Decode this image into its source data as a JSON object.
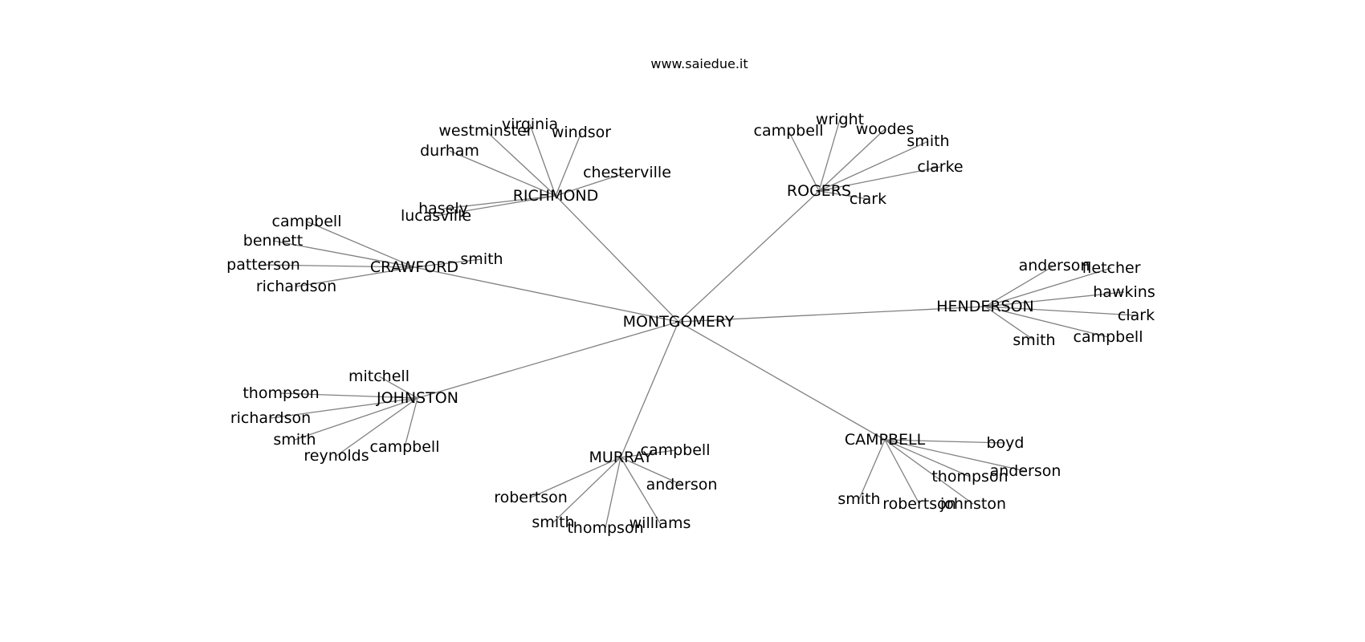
{
  "header": {
    "title": "www.saiedue.it"
  },
  "graph": {
    "root": "MONTGOMERY",
    "edge_color": "#808080",
    "hubs": [
      {
        "label": "RICHMOND",
        "children": [
          "westminster",
          "virginia",
          "windsor",
          "durham",
          "chesterville",
          "hasely",
          "lucasville"
        ]
      },
      {
        "label": "ROGERS",
        "children": [
          "campbell",
          "wright",
          "woodes",
          "smith",
          "clarke",
          "clark"
        ]
      },
      {
        "label": "CRAWFORD",
        "children": [
          "campbell",
          "bennett",
          "patterson",
          "richardson",
          "smith"
        ]
      },
      {
        "label": "HENDERSON",
        "children": [
          "anderson",
          "fletcher",
          "hawkins",
          "clark",
          "campbell",
          "smith"
        ]
      },
      {
        "label": "JOHNSTON",
        "children": [
          "mitchell",
          "thompson",
          "richardson",
          "smith",
          "reynolds",
          "campbell"
        ]
      },
      {
        "label": "MURRAY",
        "children": [
          "campbell",
          "anderson",
          "robertson",
          "smith",
          "thompson",
          "williams"
        ]
      },
      {
        "label": "CAMPBELL",
        "children": [
          "boyd",
          "anderson",
          "thompson",
          "smith",
          "robertson",
          "johnston"
        ]
      }
    ]
  }
}
